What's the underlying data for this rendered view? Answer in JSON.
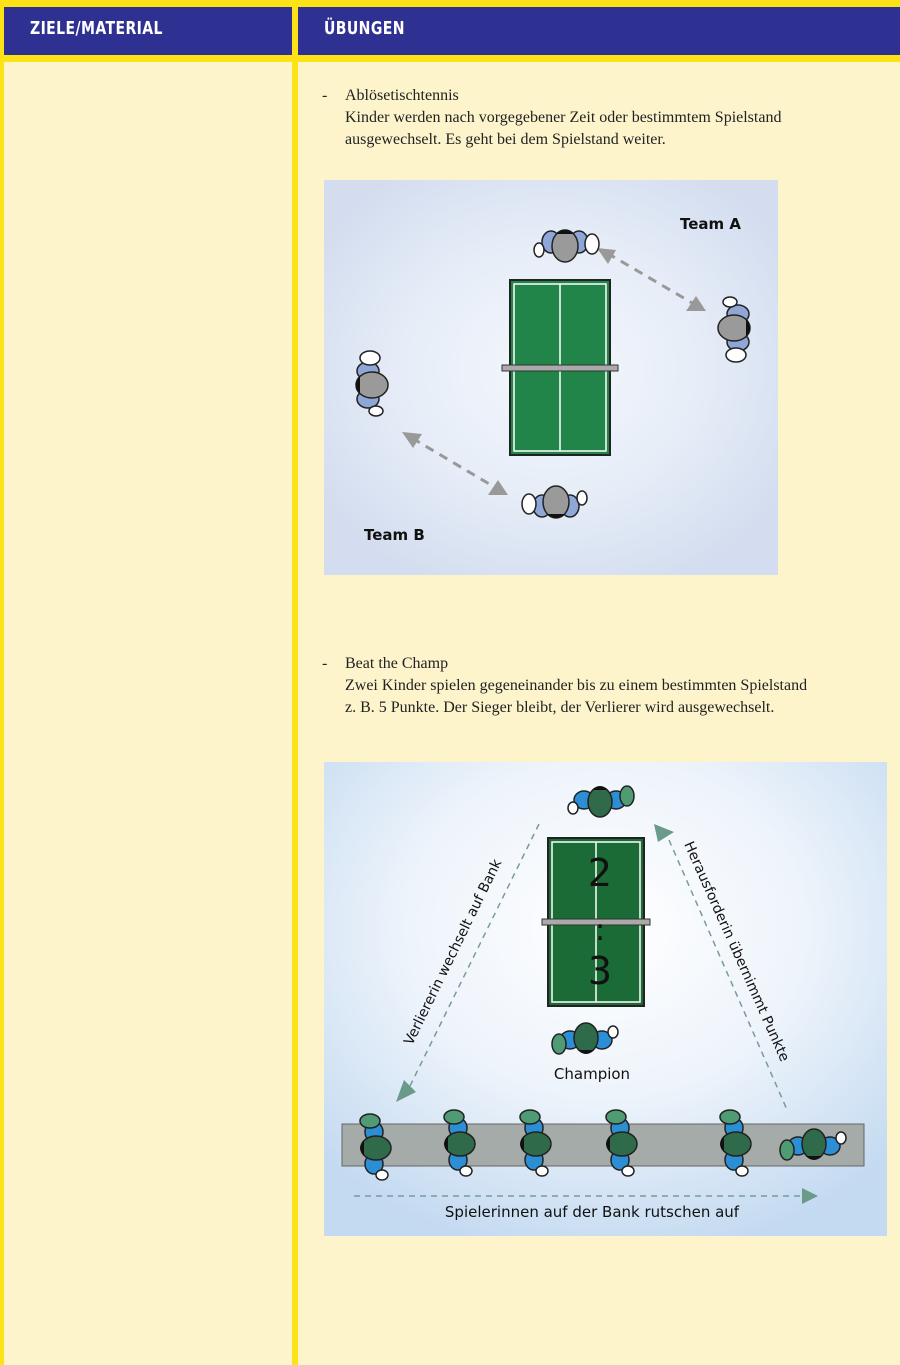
{
  "header": {
    "left_title": "ZIELE/MATERIAL",
    "right_title": "ÜBUNGEN"
  },
  "exercises": [
    {
      "dash": "-",
      "title": "Ablösetischtennis",
      "line1": "Kinder werden nach vorgegebener Zeit oder bestimmtem Spielstand",
      "line2": "ausgewechselt. Es geht bei dem Spielstand weiter.",
      "figure": {
        "team_a": "Team A",
        "team_b": "Team B"
      }
    },
    {
      "dash": "-",
      "title": "Beat the Champ",
      "line1": "Zwei Kinder spielen gegeneinander bis zu einem bestimmten Spielstand",
      "line2": "z. B. 5 Punkte. Der Sieger bleibt, der Verlierer wird ausgewechselt.",
      "figure": {
        "score_top": "2",
        "score_sep": ":",
        "score_bottom": "3",
        "left_path_label": "Verliererin wechselt auf Bank",
        "right_path_label": "Herausforderin übernimmt Punkte",
        "champion_label": "Champion",
        "bench_label": "Spielerinnen auf der Bank rutschen auf"
      }
    }
  ],
  "colors": {
    "border": "#fde216",
    "header_bg": "#2e3192",
    "page_bg": "#fdf4cc",
    "table_green": "#21854a",
    "table_green_dark": "#1a6b35"
  }
}
